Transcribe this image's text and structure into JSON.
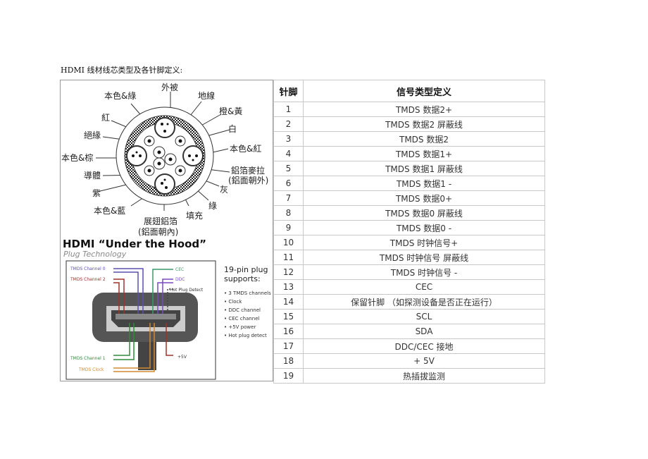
{
  "title": "HDMI 线材线芯类型及各针脚定义:",
  "cable_diagram": {
    "labels": {
      "outer_jacket": "外被",
      "natural_green": "本色&綠",
      "ground": "地線",
      "red": "紅",
      "orange_yellow": "橙&黃",
      "white": "白",
      "insulation": "絕緣",
      "natural_red": "本色&紅",
      "natural_brown": "本色&棕",
      "foil_mylar": "鋁箔麥拉",
      "foil_mylar_note": "(鋁面朝外)",
      "conductor": "導體",
      "purple": "紫",
      "gray": "灰",
      "green": "綠",
      "natural_blue": "本色&藍",
      "filler": "填充",
      "foil": "展翅鋁箔",
      "foil_note": "(鋁面朝內)"
    }
  },
  "hood": {
    "title": "HDMI “Under the Hood”",
    "subtitle": "Plug Technology",
    "channels": {
      "ch0": "TMDS Channel 0",
      "ch2": "TMDS Channel 2",
      "ch1": "TMDS Channel 1",
      "clock": "TMDS Clock",
      "cec": "CEC",
      "ddc": "DDC",
      "hpd": "Hot Plug Detect",
      "v5": "+5V"
    },
    "supports_title_1": "19-pin plug",
    "supports_title_2": "supports:",
    "supports": [
      "3 TMDS channels",
      "Clock",
      "DDC channel",
      "CEC channel",
      "+5V power",
      "Hot plug detect"
    ]
  },
  "table": {
    "headers": [
      "针脚",
      "信号类型定义"
    ],
    "rows": [
      [
        "1",
        "TMDS 数据2+"
      ],
      [
        "2",
        "TMDS 数据2 屏蔽线"
      ],
      [
        "3",
        "TMDS 数据2"
      ],
      [
        "4",
        "TMDS 数据1+"
      ],
      [
        "5",
        "TMDS 数据1 屏蔽线"
      ],
      [
        "6",
        "TMDS 数据1 -"
      ],
      [
        "7",
        "TMDS 数据0+"
      ],
      [
        "8",
        "TMDS 数据0 屏蔽线"
      ],
      [
        "9",
        "TMDS 数据0 -"
      ],
      [
        "10",
        "TMDS 时钟信号+"
      ],
      [
        "11",
        "TMDS 时钟信号  屏蔽线"
      ],
      [
        "12",
        "TMDS 时钟信号 -"
      ],
      [
        "13",
        "CEC"
      ],
      [
        "14",
        "保留针脚  （如探测设备是否正在运行）"
      ],
      [
        "15",
        "SCL"
      ],
      [
        "16",
        "SDA"
      ],
      [
        "17",
        "DDC/CEC 接地"
      ],
      [
        "18",
        "+ 5V"
      ],
      [
        "19",
        "热插拔监测"
      ]
    ]
  }
}
